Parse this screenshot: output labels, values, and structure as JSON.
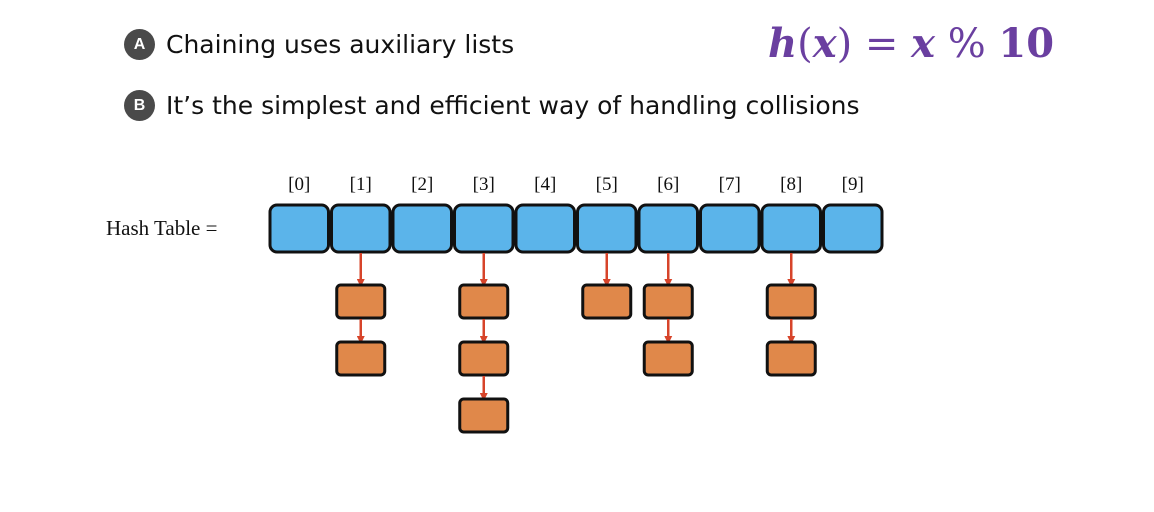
{
  "bullets": [
    {
      "badge": "A",
      "text": "Chaining uses auxiliary lists"
    },
    {
      "badge": "B",
      "text": "It’s the simplest and efficient way of handling collisions"
    }
  ],
  "formula": {
    "h": "h",
    "open": "(",
    "x": "x",
    "close": ")",
    "eq": " = ",
    "x2": "x",
    "mod": " % ",
    "n": "10"
  },
  "hash_table": {
    "label": "Hash Table =",
    "indices": [
      "[0]",
      "[1]",
      "[2]",
      "[3]",
      "[4]",
      "[5]",
      "[6]",
      "[7]",
      "[8]",
      "[9]"
    ],
    "chain_lengths": [
      0,
      2,
      0,
      3,
      0,
      1,
      2,
      0,
      2,
      0
    ]
  },
  "colors": {
    "slot_fill": "#5bb4ea",
    "node_fill": "#e0884a",
    "border": "#111111",
    "arrow": "#d7442a",
    "formula": "#6a3fa0",
    "badge": "#4a4a4a"
  }
}
